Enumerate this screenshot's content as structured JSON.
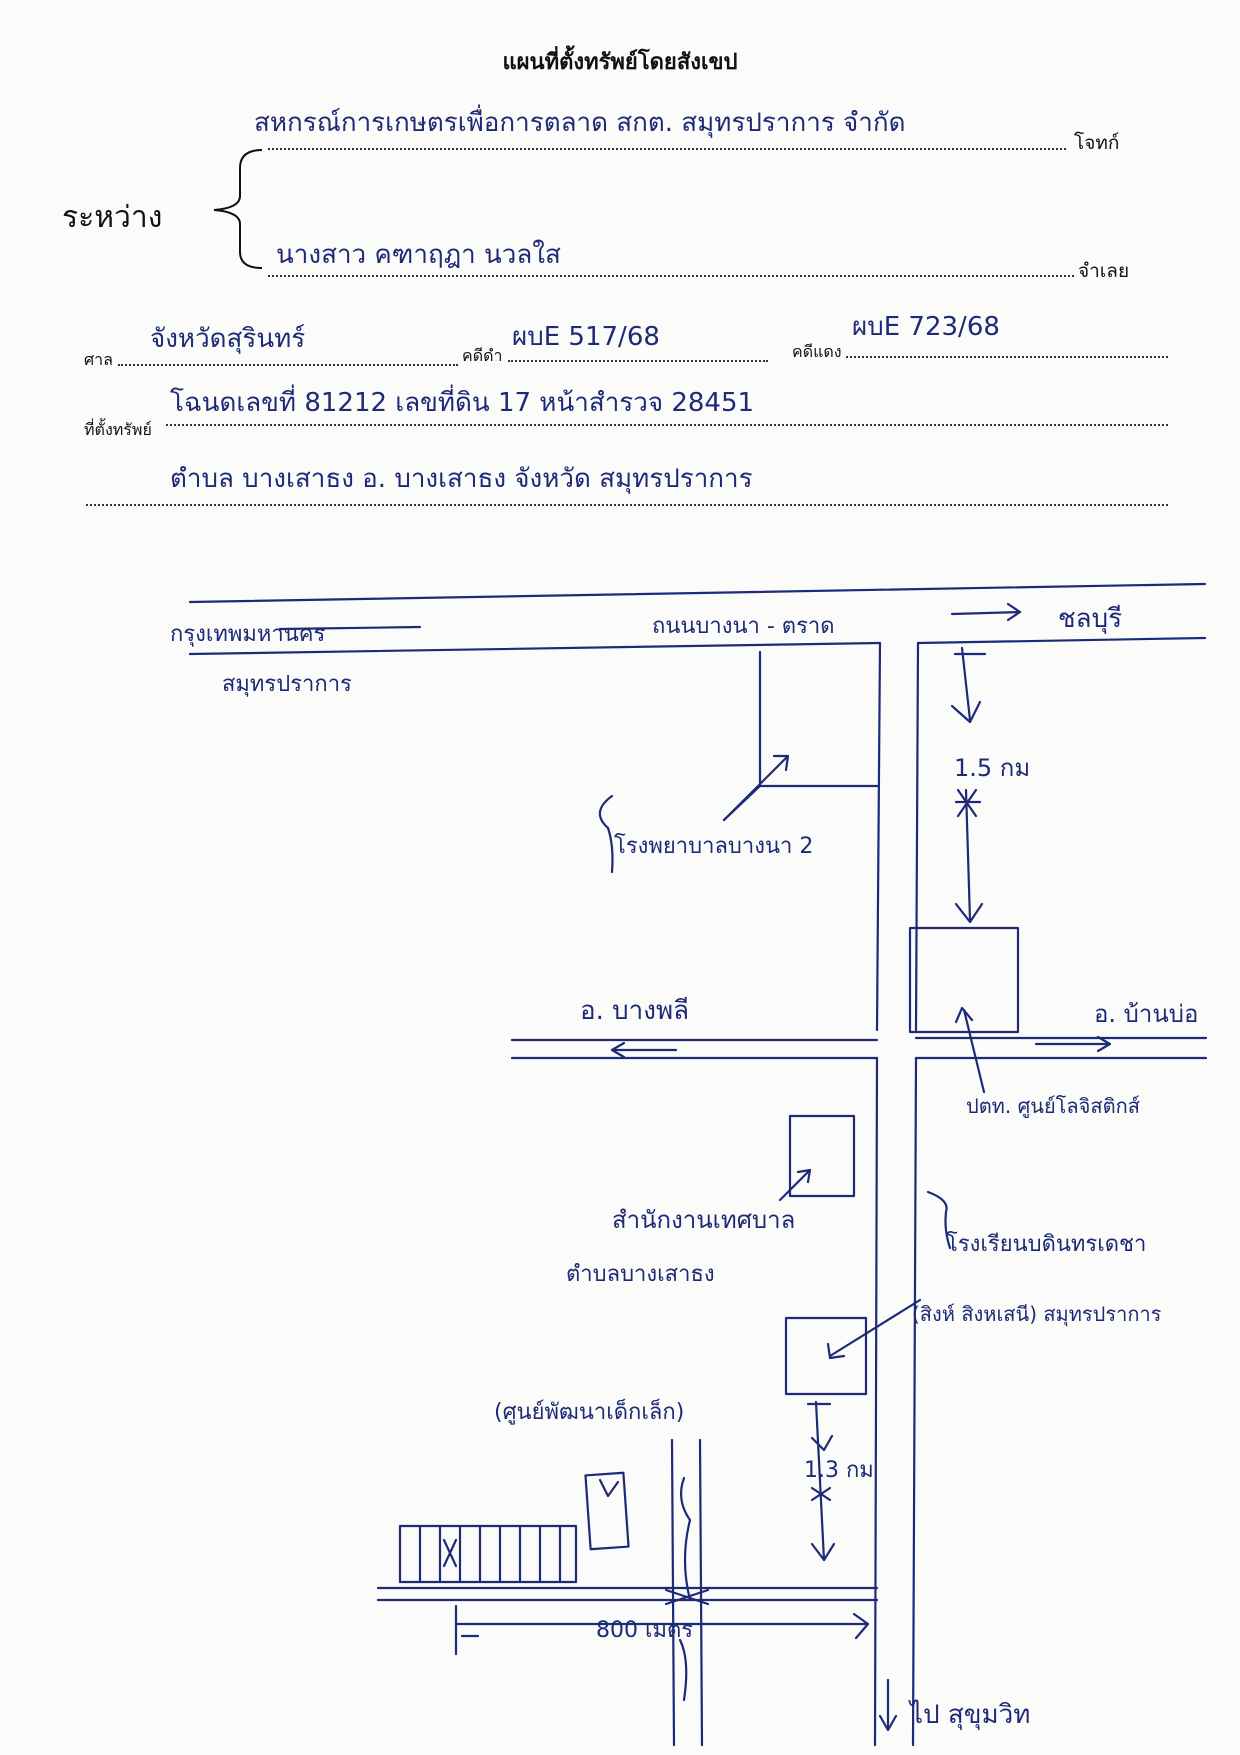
{
  "header": {
    "title": "แผนที่ตั้งทรัพย์โดยสังเขป"
  },
  "parties": {
    "between_label": "ระหว่าง",
    "plaintiff_value": "สหกรณ์การเกษตรเพื่อการตลาด สกต. สมุทรปราการ จำกัด",
    "plaintiff_label": "โจทก์",
    "defendant_value": "นางสาว คฑาฤฎา นวลใส",
    "defendant_label": "จำเลย"
  },
  "case": {
    "court_label": "ศาล",
    "court_value": "จังหวัดสุรินทร์",
    "black_case_label": "คดีดำ",
    "black_case_value": "ผบE 517/68",
    "red_case_label": "คดีแดง",
    "red_case_value": "ผบE 723/68"
  },
  "location": {
    "label": "ที่ตั้งทรัพย์",
    "line1": "โฉนดเลขที่ 81212  เลขที่ดิน 17  หน้าสำรวจ 28451",
    "line2": "ตำบล บางเสาธง  อ. บางเสาธง  จังหวัด สมุทรปราการ"
  },
  "map": {
    "labels": {
      "bangkok": "กรุงเทพมหานคร",
      "samut_prakan": "สมุทรปราการ",
      "road_bangna_trat": "ถนนบางนา - ตราด",
      "chonburi": "ชลบุรี",
      "distance_1": "1.5 กม",
      "hospital": "โรงพยาบาลบางนา 2",
      "bang_phli": "อ. บางพลี",
      "ban_bo": "อ. บ้านบ่อ",
      "logistics": "ปตท. ศูนย์โลจิสติกส์",
      "municipal_office_1": "สำนักงานเทศบาล",
      "municipal_office_2": "ตำบลบางเสาธง",
      "school_1": "โรงเรียนบดินทรเดชา",
      "school_2": "(สิงห์ สิงหเสนี) สมุทรปราการ",
      "distance_2": "1.3 กม",
      "nursery": "(ศูนย์พัฒนาเด็กเล็ก)",
      "distance_3": "800 เมตร",
      "sukhumvit": "ไป สุขุมวิท"
    }
  }
}
